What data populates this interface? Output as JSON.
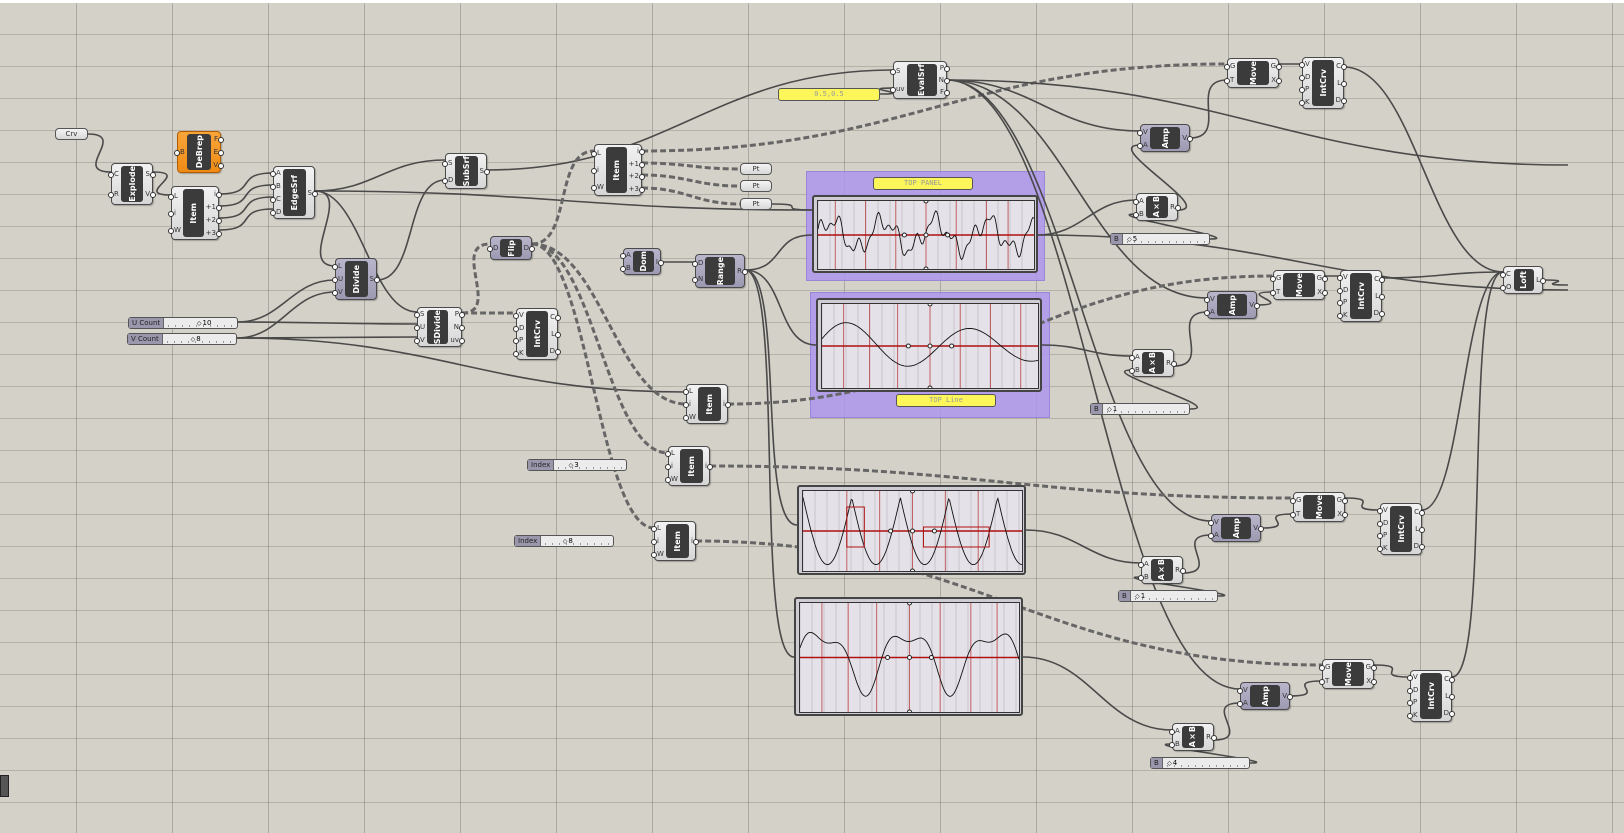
{
  "canvas": {
    "background": "#d4d1c8",
    "wire_color": "#4a4a4a",
    "graph_line_color": "#b01010"
  },
  "params": [
    {
      "label": "Crv"
    },
    {
      "label": "Pt"
    },
    {
      "label": "Pt"
    },
    {
      "label": "Pt"
    }
  ],
  "components": [
    {
      "label": "Explode",
      "inputs": [
        "C",
        "R"
      ],
      "outputs": [
        "S",
        "V"
      ],
      "style": "grey"
    },
    {
      "label": "DeBrep",
      "inputs": [
        "B"
      ],
      "outputs": [
        "F",
        "E",
        "V"
      ],
      "style": "orange"
    },
    {
      "label": "Item",
      "inputs": [
        "L",
        "i",
        "W"
      ],
      "outputs": [
        "i",
        "+1",
        "+2",
        "+3"
      ],
      "style": "grey"
    },
    {
      "label": "EdgeSrf",
      "inputs": [
        "A",
        "B",
        "C",
        "D"
      ],
      "outputs": [
        "S"
      ],
      "style": "grey"
    },
    {
      "label": "SubSrf",
      "inputs": [
        "S",
        "D"
      ],
      "outputs": [
        "S"
      ],
      "style": "grey"
    },
    {
      "label": "Divide",
      "inputs": [
        "L",
        "U",
        "V"
      ],
      "outputs": [
        "S"
      ],
      "style": "purple"
    },
    {
      "label": "SDivide",
      "inputs": [
        "S",
        "U",
        "V"
      ],
      "outputs": [
        "P",
        "N",
        "uv"
      ],
      "style": "grey"
    },
    {
      "label": "IntCrv",
      "inputs": [
        "V",
        "D",
        "P",
        "K"
      ],
      "outputs": [
        "C",
        "L",
        "D"
      ],
      "style": "grey"
    },
    {
      "label": "Item",
      "inputs": [
        "L",
        "i",
        "W"
      ],
      "outputs": [
        "i",
        "+1",
        "+2",
        "+3"
      ],
      "style": "grey"
    },
    {
      "label": "Flip",
      "inputs": [
        "D"
      ],
      "outputs": [
        "D"
      ],
      "style": "purple"
    },
    {
      "label": "Dom",
      "inputs": [
        "A",
        "B"
      ],
      "outputs": [
        "I"
      ],
      "style": "purple"
    },
    {
      "label": "Range",
      "inputs": [
        "D",
        "N"
      ],
      "outputs": [
        "R"
      ],
      "style": "purple"
    },
    {
      "label": "EvalSrf",
      "inputs": [
        "S",
        "uv"
      ],
      "outputs": [
        "P",
        "N",
        "F"
      ],
      "style": "grey"
    },
    {
      "label": "Item",
      "inputs": [
        "L",
        "i",
        "W"
      ],
      "outputs": [
        "i"
      ],
      "style": "grey"
    },
    {
      "label": "Item",
      "inputs": [
        "L",
        "i",
        "W"
      ],
      "outputs": [
        "i"
      ],
      "style": "grey"
    },
    {
      "label": "Item",
      "inputs": [
        "L",
        "i",
        "W"
      ],
      "outputs": [
        "i"
      ],
      "style": "grey"
    },
    {
      "label": "Amp",
      "inputs": [
        "V",
        "A"
      ],
      "outputs": [
        "V"
      ],
      "style": "purple"
    },
    {
      "label": "Move",
      "inputs": [
        "G",
        "T"
      ],
      "outputs": [
        "G",
        "X"
      ],
      "style": "grey"
    },
    {
      "label": "IntCrv",
      "inputs": [
        "V",
        "D",
        "P",
        "K"
      ],
      "outputs": [
        "C",
        "L",
        "D"
      ],
      "style": "grey"
    },
    {
      "label": "A×B",
      "inputs": [
        "A",
        "B"
      ],
      "outputs": [
        "R"
      ],
      "style": "grey"
    },
    {
      "label": "Amp",
      "inputs": [
        "V",
        "A"
      ],
      "outputs": [
        "V"
      ],
      "style": "purple"
    },
    {
      "label": "Move",
      "inputs": [
        "G",
        "T"
      ],
      "outputs": [
        "G",
        "X"
      ],
      "style": "grey"
    },
    {
      "label": "IntCrv",
      "inputs": [
        "V",
        "D",
        "P",
        "K"
      ],
      "outputs": [
        "C",
        "L",
        "D"
      ],
      "style": "grey"
    },
    {
      "label": "Loft",
      "inputs": [
        "C",
        "O"
      ],
      "outputs": [
        "L"
      ],
      "style": "grey"
    },
    {
      "label": "A×B",
      "inputs": [
        "A",
        "B"
      ],
      "outputs": [
        "R"
      ],
      "style": "grey"
    },
    {
      "label": "Amp",
      "inputs": [
        "V",
        "A"
      ],
      "outputs": [
        "V"
      ],
      "style": "purple"
    },
    {
      "label": "Move",
      "inputs": [
        "G",
        "T"
      ],
      "outputs": [
        "G",
        "X"
      ],
      "style": "grey"
    },
    {
      "label": "IntCrv",
      "inputs": [
        "V",
        "D",
        "P",
        "K"
      ],
      "outputs": [
        "C",
        "L",
        "D"
      ],
      "style": "grey"
    },
    {
      "label": "A×B",
      "inputs": [
        "A",
        "B"
      ],
      "outputs": [
        "R"
      ],
      "style": "grey"
    },
    {
      "label": "Amp",
      "inputs": [
        "V",
        "A"
      ],
      "outputs": [
        "V"
      ],
      "style": "purple"
    },
    {
      "label": "Move",
      "inputs": [
        "G",
        "T"
      ],
      "outputs": [
        "G",
        "X"
      ],
      "style": "grey"
    },
    {
      "label": "IntCrv",
      "inputs": [
        "V",
        "D",
        "P",
        "K"
      ],
      "outputs": [
        "C",
        "L",
        "D"
      ],
      "style": "grey"
    },
    {
      "label": "A×B",
      "inputs": [
        "A",
        "B"
      ],
      "outputs": [
        "R"
      ],
      "style": "grey"
    }
  ],
  "sliders": [
    {
      "label": "U Count",
      "value": "10",
      "fraction": 0.45
    },
    {
      "label": "V Count",
      "value": "8",
      "fraction": 0.38
    },
    {
      "label": "Index",
      "value": "3",
      "fraction": 0.2
    },
    {
      "label": "Index",
      "value": "8",
      "fraction": 0.3
    },
    {
      "label": "B",
      "value": "5",
      "fraction": 0.05
    },
    {
      "label": "B",
      "value": "1",
      "fraction": 0.05
    },
    {
      "label": "B",
      "value": "1",
      "fraction": 0.05
    },
    {
      "label": "B",
      "value": "4",
      "fraction": 0.05
    }
  ],
  "panels": [
    {
      "text": "0.5,0.5"
    },
    {
      "text": "TOP PANEL"
    },
    {
      "text": "TOP Line"
    }
  ],
  "graphs": [
    {
      "kind": "noisy"
    },
    {
      "kind": "smooth"
    },
    {
      "kind": "periodic"
    },
    {
      "kind": "wavy"
    }
  ]
}
